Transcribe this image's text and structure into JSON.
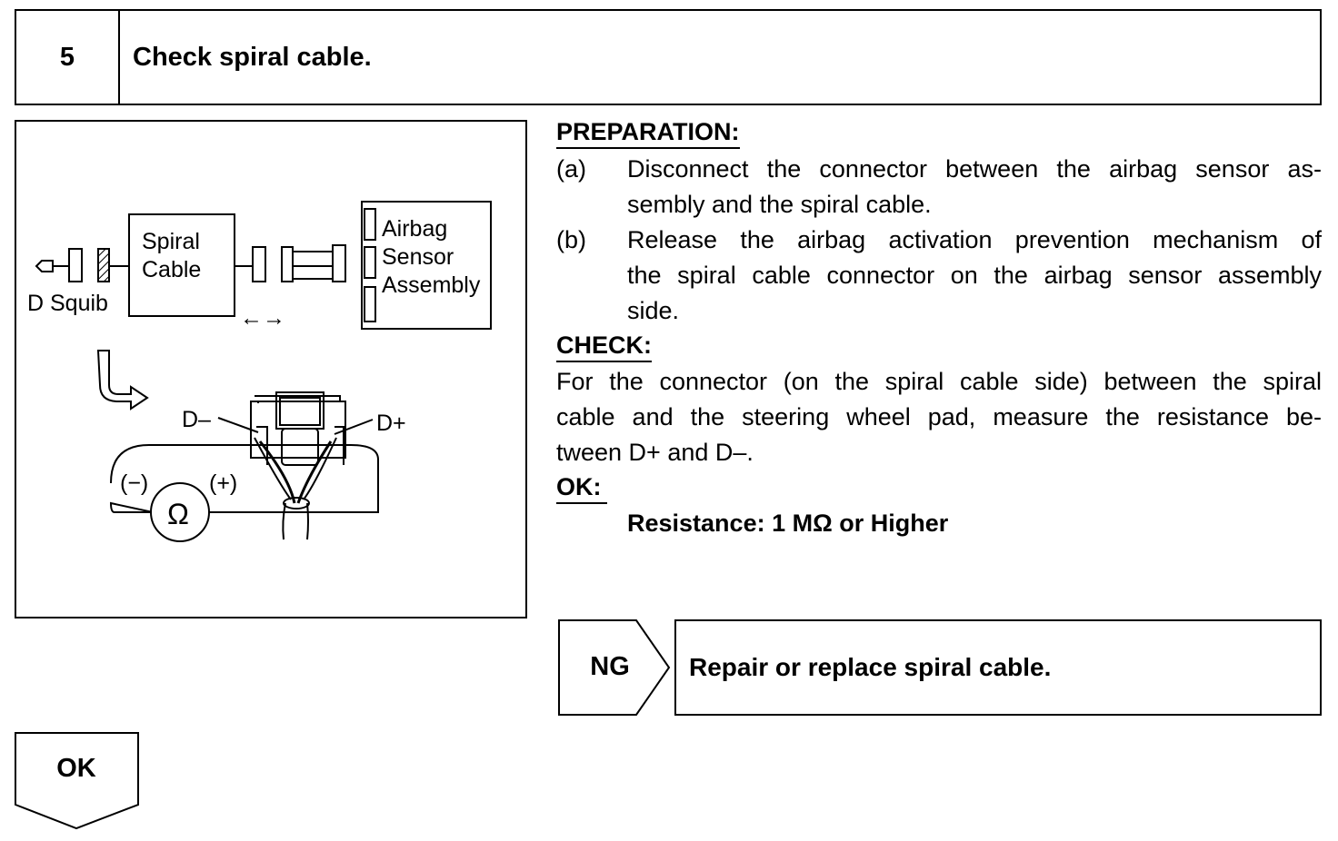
{
  "step": {
    "number": "5",
    "title": "Check spiral cable."
  },
  "diagram": {
    "labels": {
      "d_squib": "D Squib",
      "spiral": "Spiral",
      "cable": "Cable",
      "airbag": "Airbag",
      "sensor": "Sensor",
      "assembly": "Assembly",
      "arrows": "←→",
      "d_minus": "D–",
      "d_plus": "D+",
      "minus": "(−)",
      "plus": "(+)",
      "ohm": "Ω"
    }
  },
  "preparation": {
    "heading": "PREPARATION:",
    "items": [
      {
        "marker": "(a)",
        "line1": "Disconnect the connector between the airbag sensor as-",
        "line2": "sembly and the spiral cable."
      },
      {
        "marker": "(b)",
        "line1": "Release the airbag activation prevention mechanism of",
        "line2": "the spiral cable connector on the airbag sensor assembly",
        "line3": "side."
      }
    ]
  },
  "check": {
    "heading": "CHECK:",
    "line1": "For the connector (on the spiral cable side) between the spiral",
    "line2": "cable and the steering wheel pad, measure the resistance be-",
    "line3": "tween D+ and D–."
  },
  "ok": {
    "heading": "OK:",
    "spec": "Resistance: 1 MΩ or Higher"
  },
  "ng": {
    "label": "NG",
    "action": "Repair or replace spiral cable."
  },
  "ok_flow": {
    "label": "OK"
  }
}
